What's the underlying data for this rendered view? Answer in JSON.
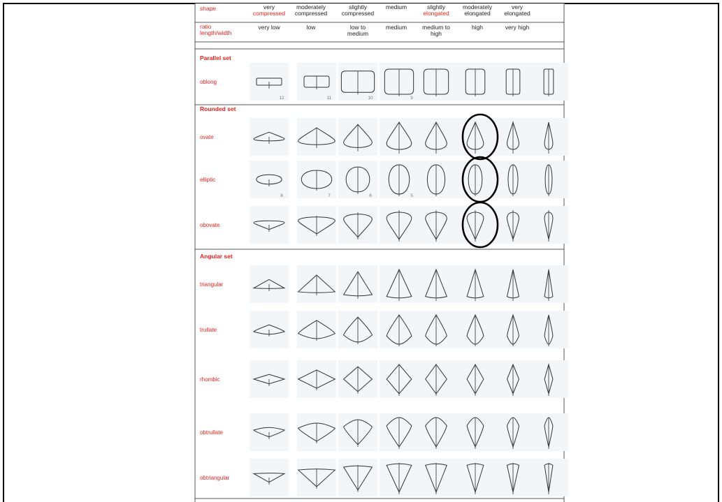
{
  "header": {
    "shape_label": "shape",
    "ratio_label_1": "ratio",
    "ratio_label_2": "length/width",
    "shape_classes": [
      [
        "very",
        "compressed"
      ],
      [
        "moderately",
        "compressed"
      ],
      [
        "slightly",
        "compressed"
      ],
      [
        "medium",
        ""
      ],
      [
        "slightly",
        "elongated"
      ],
      [
        "moderately",
        "elongated"
      ],
      [
        "very",
        "elongated"
      ]
    ],
    "ratio_classes": [
      [
        "very low",
        ""
      ],
      [
        "low",
        ""
      ],
      [
        "low to",
        "medium"
      ],
      [
        "medium",
        ""
      ],
      [
        "medium to",
        "high"
      ],
      [
        "high",
        ""
      ],
      [
        "very high",
        ""
      ]
    ]
  },
  "sets": [
    {
      "name": "Parallel set",
      "rows": [
        {
          "name": "oblong",
          "kind": "oblong",
          "numbers": [
            "12",
            "11",
            "10",
            "9",
            "",
            "",
            "",
            ""
          ]
        }
      ]
    },
    {
      "name": "Rounded set",
      "rows": [
        {
          "name": "ovate",
          "kind": "ovate",
          "numbers": [
            "",
            "",
            "",
            "",
            "",
            "",
            "",
            ""
          ]
        },
        {
          "name": "elliptic",
          "kind": "elliptic",
          "numbers": [
            "8",
            "7",
            "6",
            "5",
            "",
            "",
            "",
            ""
          ]
        },
        {
          "name": "obovate",
          "kind": "obovate",
          "numbers": [
            "",
            "",
            "",
            "",
            "",
            "",
            "",
            ""
          ]
        }
      ]
    },
    {
      "name": "Angular set",
      "rows": [
        {
          "name": "triangular",
          "kind": "triangular",
          "numbers": [
            "",
            "",
            "",
            "",
            "",
            "",
            "",
            ""
          ]
        },
        {
          "name": "trullate",
          "kind": "trullate",
          "numbers": [
            "",
            "",
            "",
            "",
            "",
            "",
            "",
            ""
          ]
        },
        {
          "name": "rhombic",
          "kind": "rhombic",
          "numbers": [
            "",
            "",
            "",
            "",
            "",
            "",
            "",
            ""
          ]
        },
        {
          "name": "obtrullate",
          "kind": "obtrullate",
          "numbers": [
            "",
            "",
            "",
            "",
            "",
            "",
            "",
            ""
          ]
        },
        {
          "name": "obtriangular",
          "kind": "obtriangular",
          "numbers": [
            "",
            "",
            "",
            "",
            "",
            "",
            "",
            ""
          ]
        }
      ]
    }
  ],
  "highlighted": [
    {
      "row": "ovate",
      "column": 5
    },
    {
      "row": "elliptic",
      "column": 5
    },
    {
      "row": "obovate",
      "column": 5
    }
  ],
  "colors": {
    "label": "#e8231f",
    "text": "#222222",
    "highlight": "#000000"
  }
}
